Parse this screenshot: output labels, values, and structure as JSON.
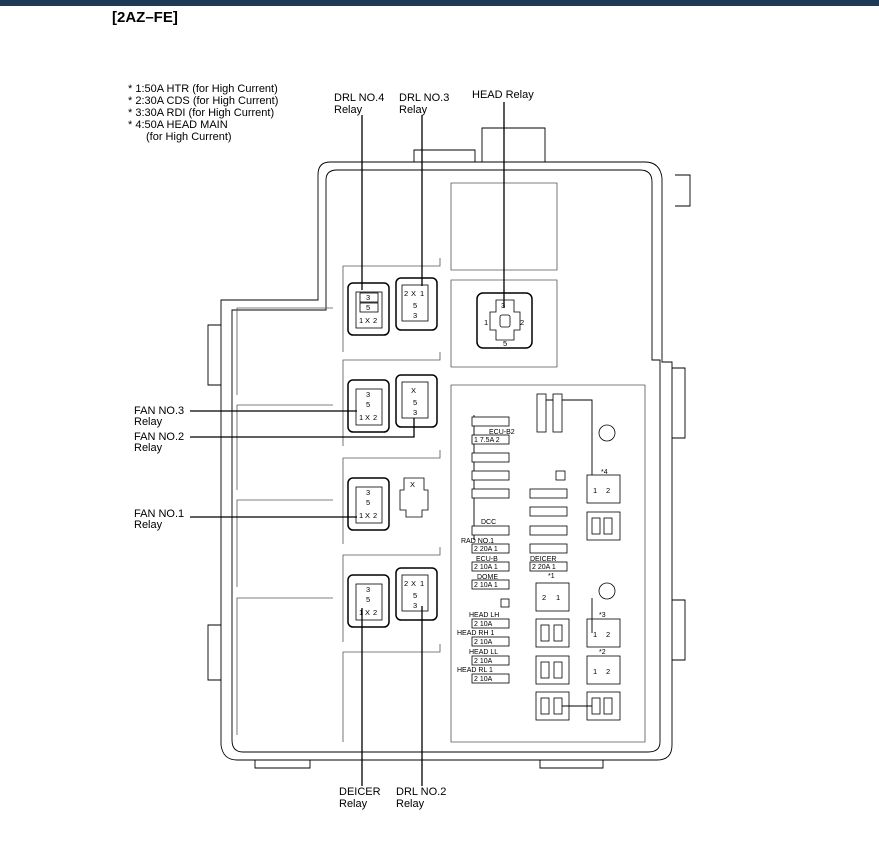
{
  "title": "[2AZ–FE]",
  "notes": [
    "* 1:50A HTR (for High Current)",
    "* 2:30A CDS (for High Current)",
    "* 3:30A RDI (for High Current)",
    "* 4:50A HEAD MAIN",
    "(for High Current)"
  ],
  "relay_labels": {
    "drl4": [
      "DRL NO.4",
      "Relay"
    ],
    "drl3": [
      "DRL NO.3",
      "Relay"
    ],
    "head": [
      "HEAD Relay"
    ],
    "fan3": [
      "FAN NO.3",
      "Relay"
    ],
    "fan2": [
      "FAN NO.2",
      "Relay"
    ],
    "fan1": [
      "FAN NO.1",
      "Relay"
    ],
    "deicer": [
      "DEICER",
      "Relay"
    ],
    "drl2": [
      "DRL NO.2",
      "Relay"
    ]
  },
  "fuses": {
    "ecu_b2": [
      "ECU-B2",
      "1 7.5A 2"
    ],
    "dcc": [
      "DCC"
    ],
    "rad1": [
      "RAD NO.1",
      "2 20A 1"
    ],
    "ecu_b": [
      "ECU-B",
      "2 10A 1"
    ],
    "dome": [
      "DOME",
      "2 10A 1"
    ],
    "deicer": [
      "DEICER",
      "2 20A 1"
    ],
    "head_lh": [
      "HEAD LH",
      "2 10A"
    ],
    "head_rh": [
      "HEAD RH 1",
      "2 10A"
    ],
    "head_ll": [
      "HEAD LL",
      "2 10A"
    ],
    "head_rl": [
      "HEAD RL 1",
      "2 10A"
    ]
  },
  "markers": {
    "m1": "*1",
    "m2": "*2",
    "m3": "*3",
    "m4": "*4"
  },
  "pins": {
    "p1": "1",
    "p2": "2",
    "p3": "3",
    "p5": "5",
    "x": "X"
  }
}
